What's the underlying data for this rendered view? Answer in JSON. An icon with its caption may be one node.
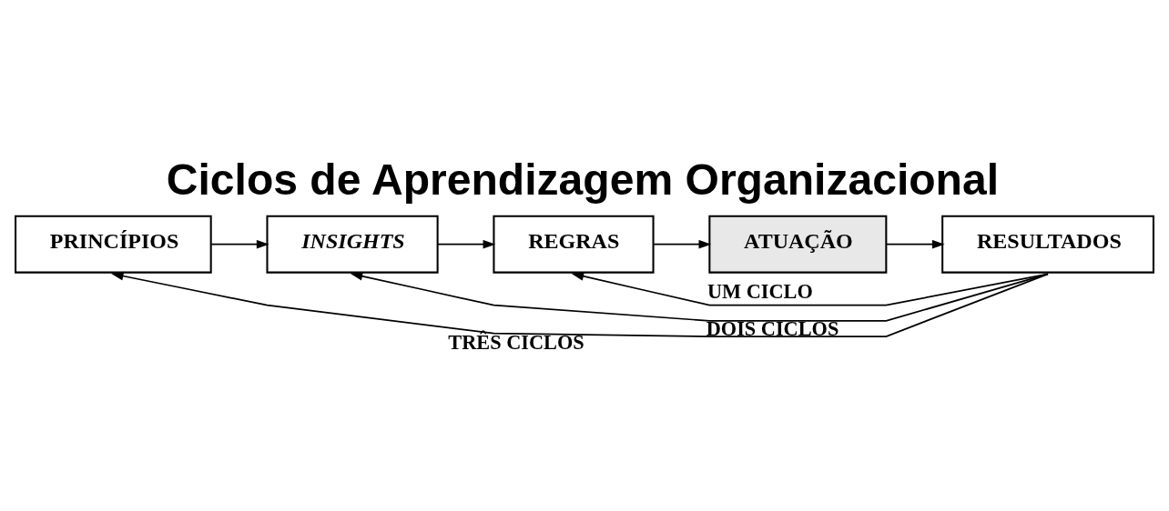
{
  "diagram": {
    "title": "Ciclos de Aprendizagem Organizacional",
    "nodes": [
      {
        "text": [
          "PRINCÍPIOS"
        ]
      },
      {
        "text": [
          "INSIGHTS"
        ]
      },
      {
        "text": [
          "REGRAS"
        ]
      },
      {
        "text": [
          "ATUAÇÃO"
        ]
      },
      {
        "text": [
          "RESULTADOS"
        ]
      }
    ],
    "edges": [
      {
        "from": 0,
        "to": 1,
        "arrow": "to"
      },
      {
        "from": 1,
        "to": 2,
        "arrow": "to"
      },
      {
        "from": 2,
        "to": 3,
        "arrow": "to"
      },
      {
        "from": 3,
        "to": 4,
        "arrow": "to"
      },
      {
        "from": 4,
        "to": 2,
        "arrow": "to",
        "label": "UM CICLO"
      },
      {
        "from": 4,
        "to": 1,
        "arrow": "to",
        "label": "DOIS CICLOS"
      },
      {
        "from": 4,
        "to": 0,
        "arrow": "to",
        "label": "TRÊS CICLOS"
      }
    ]
  }
}
